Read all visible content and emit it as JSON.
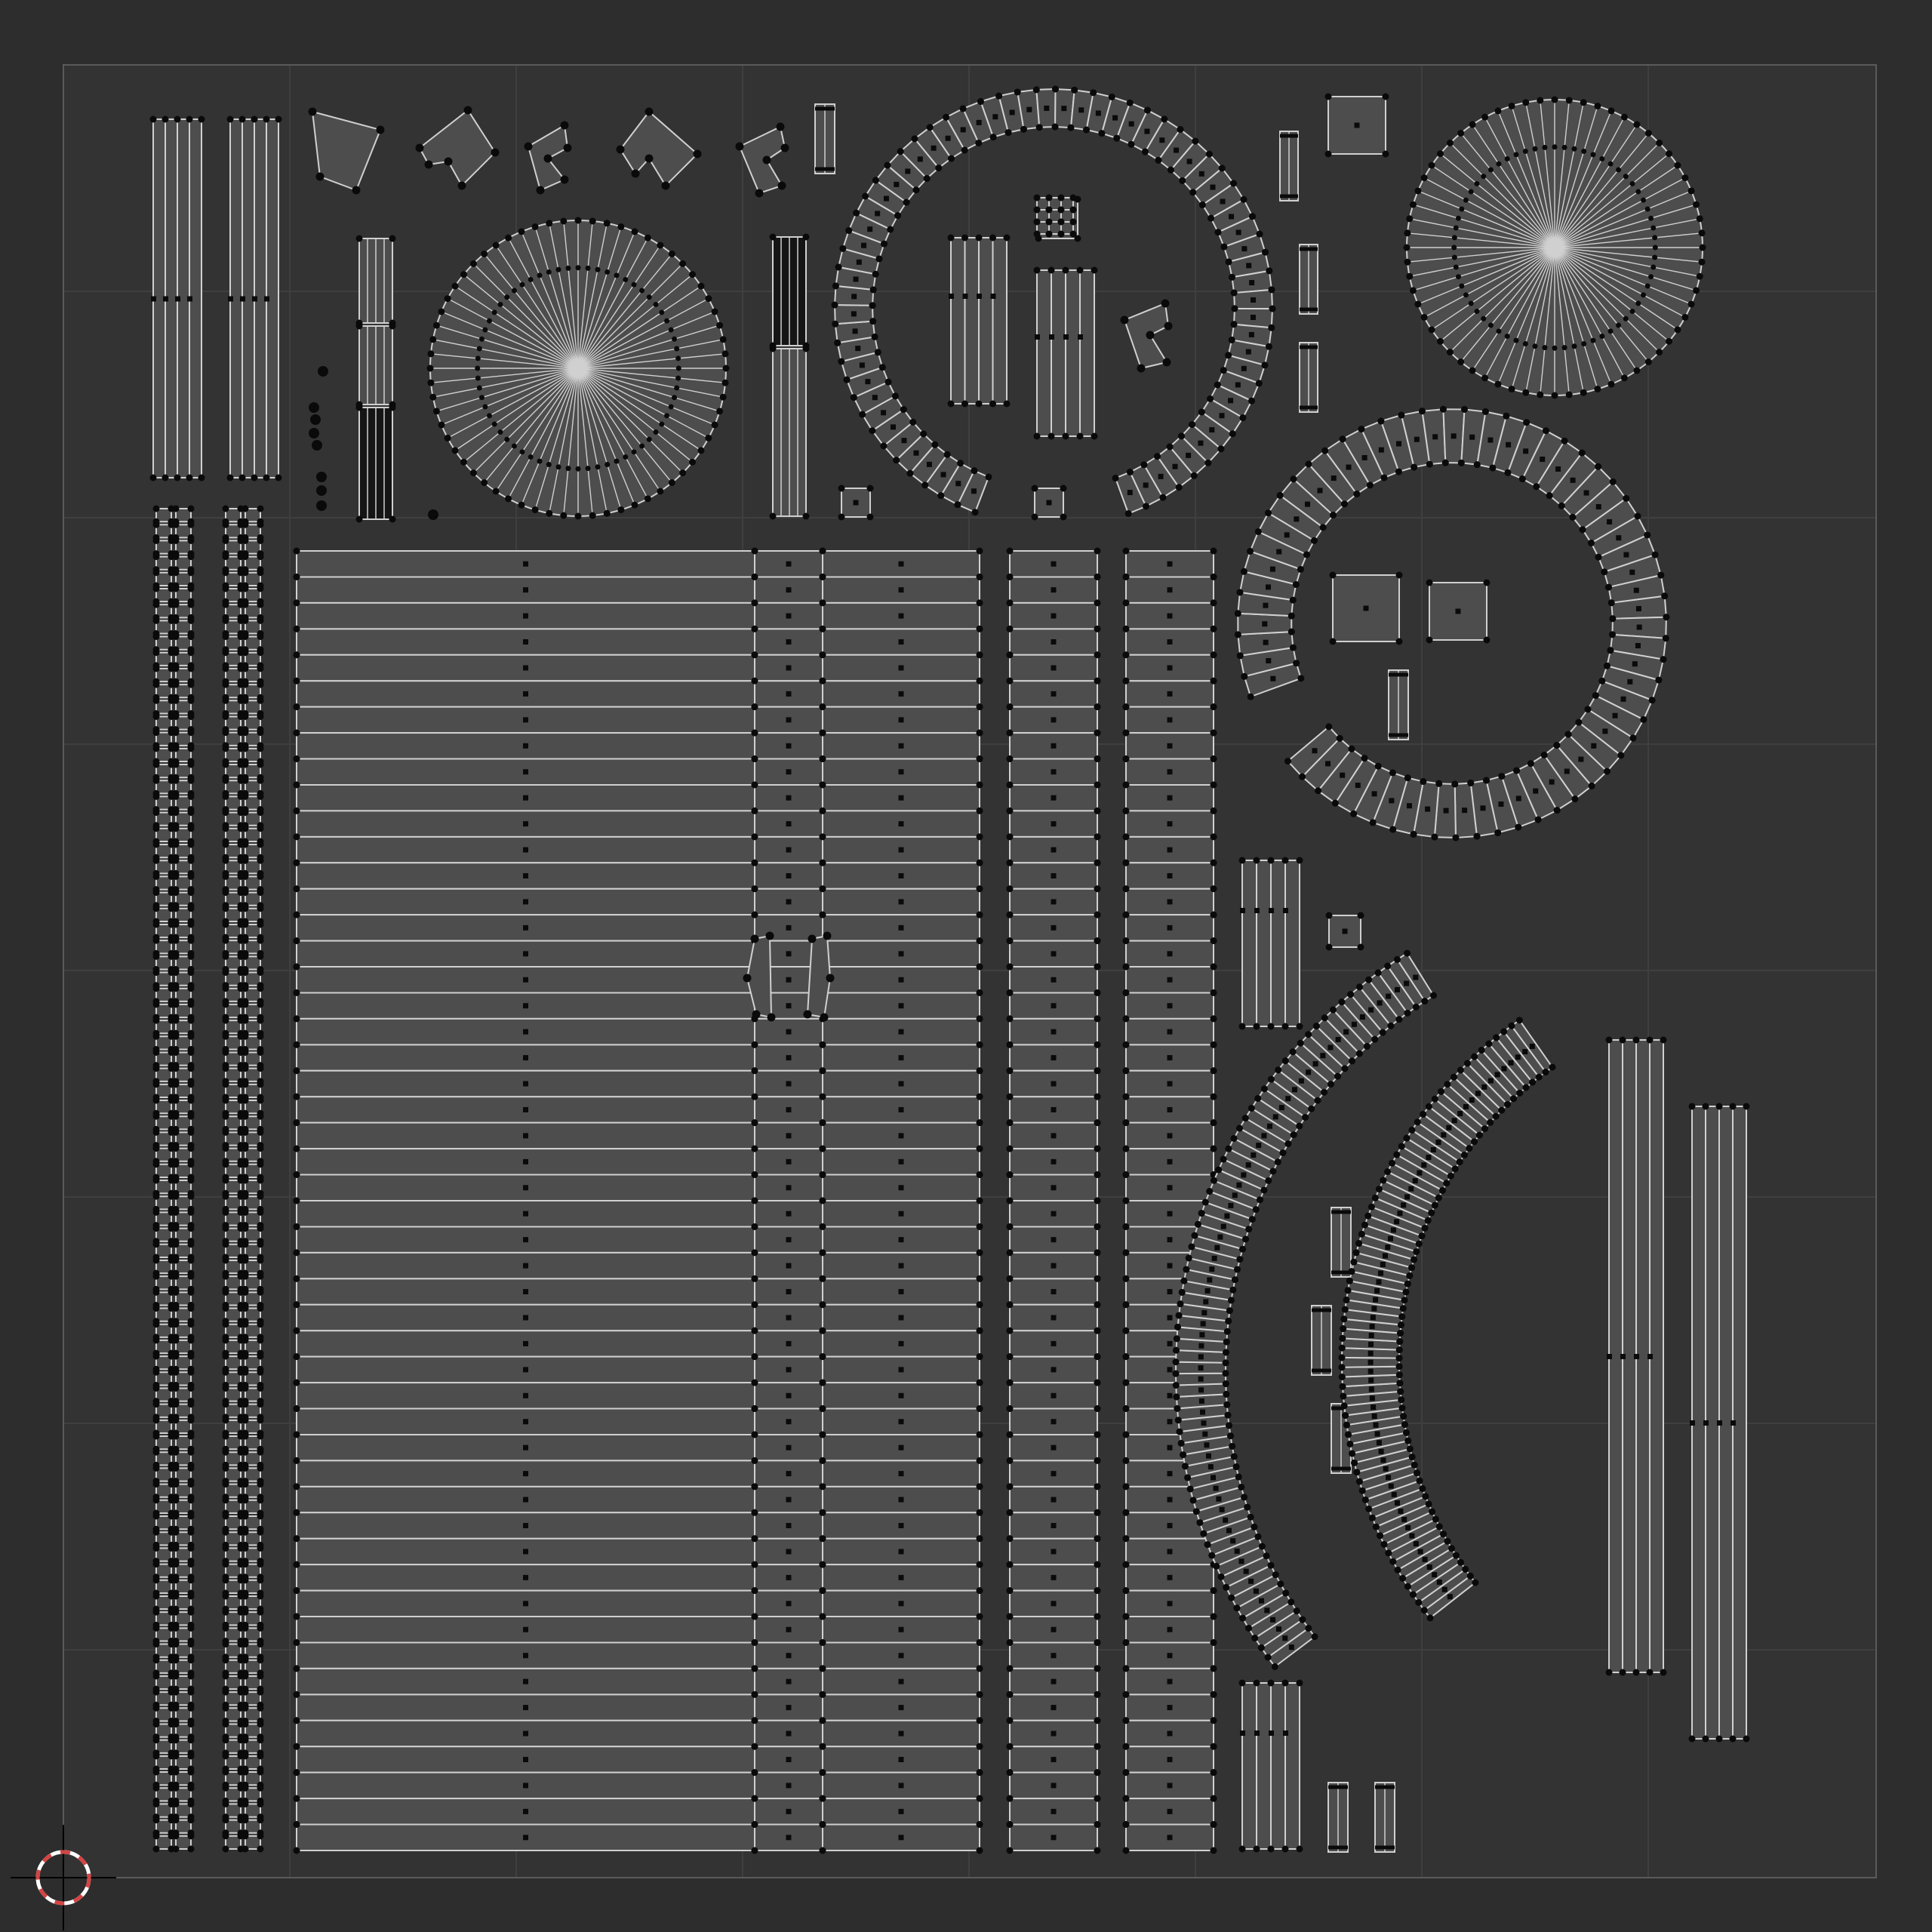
{
  "app": {
    "view": "uv-editor-2d-viewport"
  },
  "colors": {
    "background": "#2d2d2d",
    "uv_space": "#333333",
    "grid_line": "#3f3f3f",
    "uv_border": "#5a5a5a",
    "face_fill": "#4d4d4d",
    "edge": "#d0d0d0",
    "vertex": "#0a0a0a",
    "cursor_ring": "#d44444",
    "cursor_ring_alt": "#ffffff",
    "cursor_cross": "#000000"
  },
  "icons": {
    "cursor": "2d-cursor-icon"
  },
  "uv_islands": {
    "plank_rows": 50,
    "pole_groups": 6,
    "disc_islands": 2,
    "ring_islands": 2,
    "arc_islands": 2,
    "small_blocks": 14
  }
}
